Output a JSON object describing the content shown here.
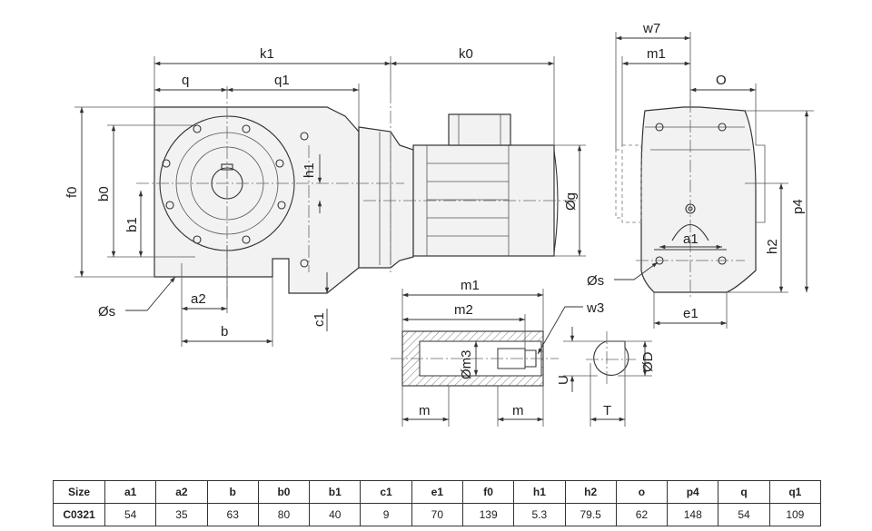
{
  "drawing": {
    "side_view": {
      "dims": {
        "k1": "k1",
        "k0": "k0",
        "q": "q",
        "q1": "q1",
        "f0": "f0",
        "b0": "b0",
        "b1": "b1",
        "h1": "h1",
        "c1": "c1",
        "a2": "a2",
        "b": "b",
        "g": "Øg",
        "s": "Øs"
      }
    },
    "front_view": {
      "dims": {
        "w7": "w7",
        "m1": "m1",
        "o": "O",
        "a1": "a1",
        "h2": "h2",
        "p4": "p4",
        "e1": "e1",
        "s": "Øs"
      }
    },
    "shaft_section": {
      "dims": {
        "m1": "m1",
        "m2": "m2",
        "w3": "w3",
        "m3": "Øm3",
        "m_left": "m",
        "m_right": "m"
      }
    },
    "keyway": {
      "dims": {
        "u": "U",
        "d": "ØD",
        "t": "T"
      }
    }
  },
  "table": {
    "headers": [
      "Size",
      "a1",
      "a2",
      "b",
      "b0",
      "b1",
      "c1",
      "e1",
      "f0",
      "h1",
      "h2",
      "o",
      "p4",
      "q",
      "q1"
    ],
    "rows": [
      [
        "C0321",
        "54",
        "35",
        "63",
        "80",
        "40",
        "9",
        "70",
        "139",
        "5.3",
        "79.5",
        "62",
        "148",
        "54",
        "109"
      ]
    ]
  }
}
